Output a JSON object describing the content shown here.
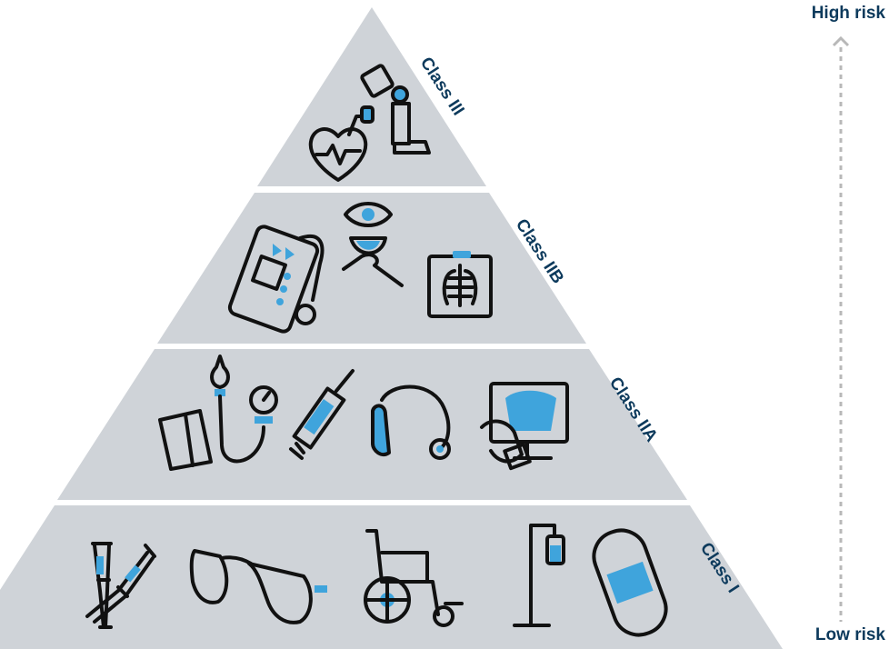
{
  "risk_axis": {
    "high_label": "High risk",
    "low_label": "Low risk"
  },
  "tiers": [
    {
      "label": "Class III",
      "devices": [
        "pacemaker-heart-icon",
        "prosthetic-leg-icon"
      ]
    },
    {
      "label": "Class IIB",
      "devices": [
        "infusion-pump-icon",
        "contact-lens-icon",
        "chest-xray-icon"
      ]
    },
    {
      "label": "Class IIA",
      "devices": [
        "blood-pressure-cuff-icon",
        "syringe-icon",
        "hearing-aid-icon",
        "ultrasound-monitor-icon"
      ]
    },
    {
      "label": "Class I",
      "devices": [
        "crutches-icon",
        "eyeglasses-icon",
        "wheelchair-icon",
        "iv-stand-icon",
        "bandage-icon"
      ]
    }
  ],
  "colors": {
    "tier_fill": "#cfd3d8",
    "label": "#0d3a5c",
    "accent": "#3fa4dc",
    "axis": "#b8b8b8",
    "icon_stroke": "#111111"
  }
}
